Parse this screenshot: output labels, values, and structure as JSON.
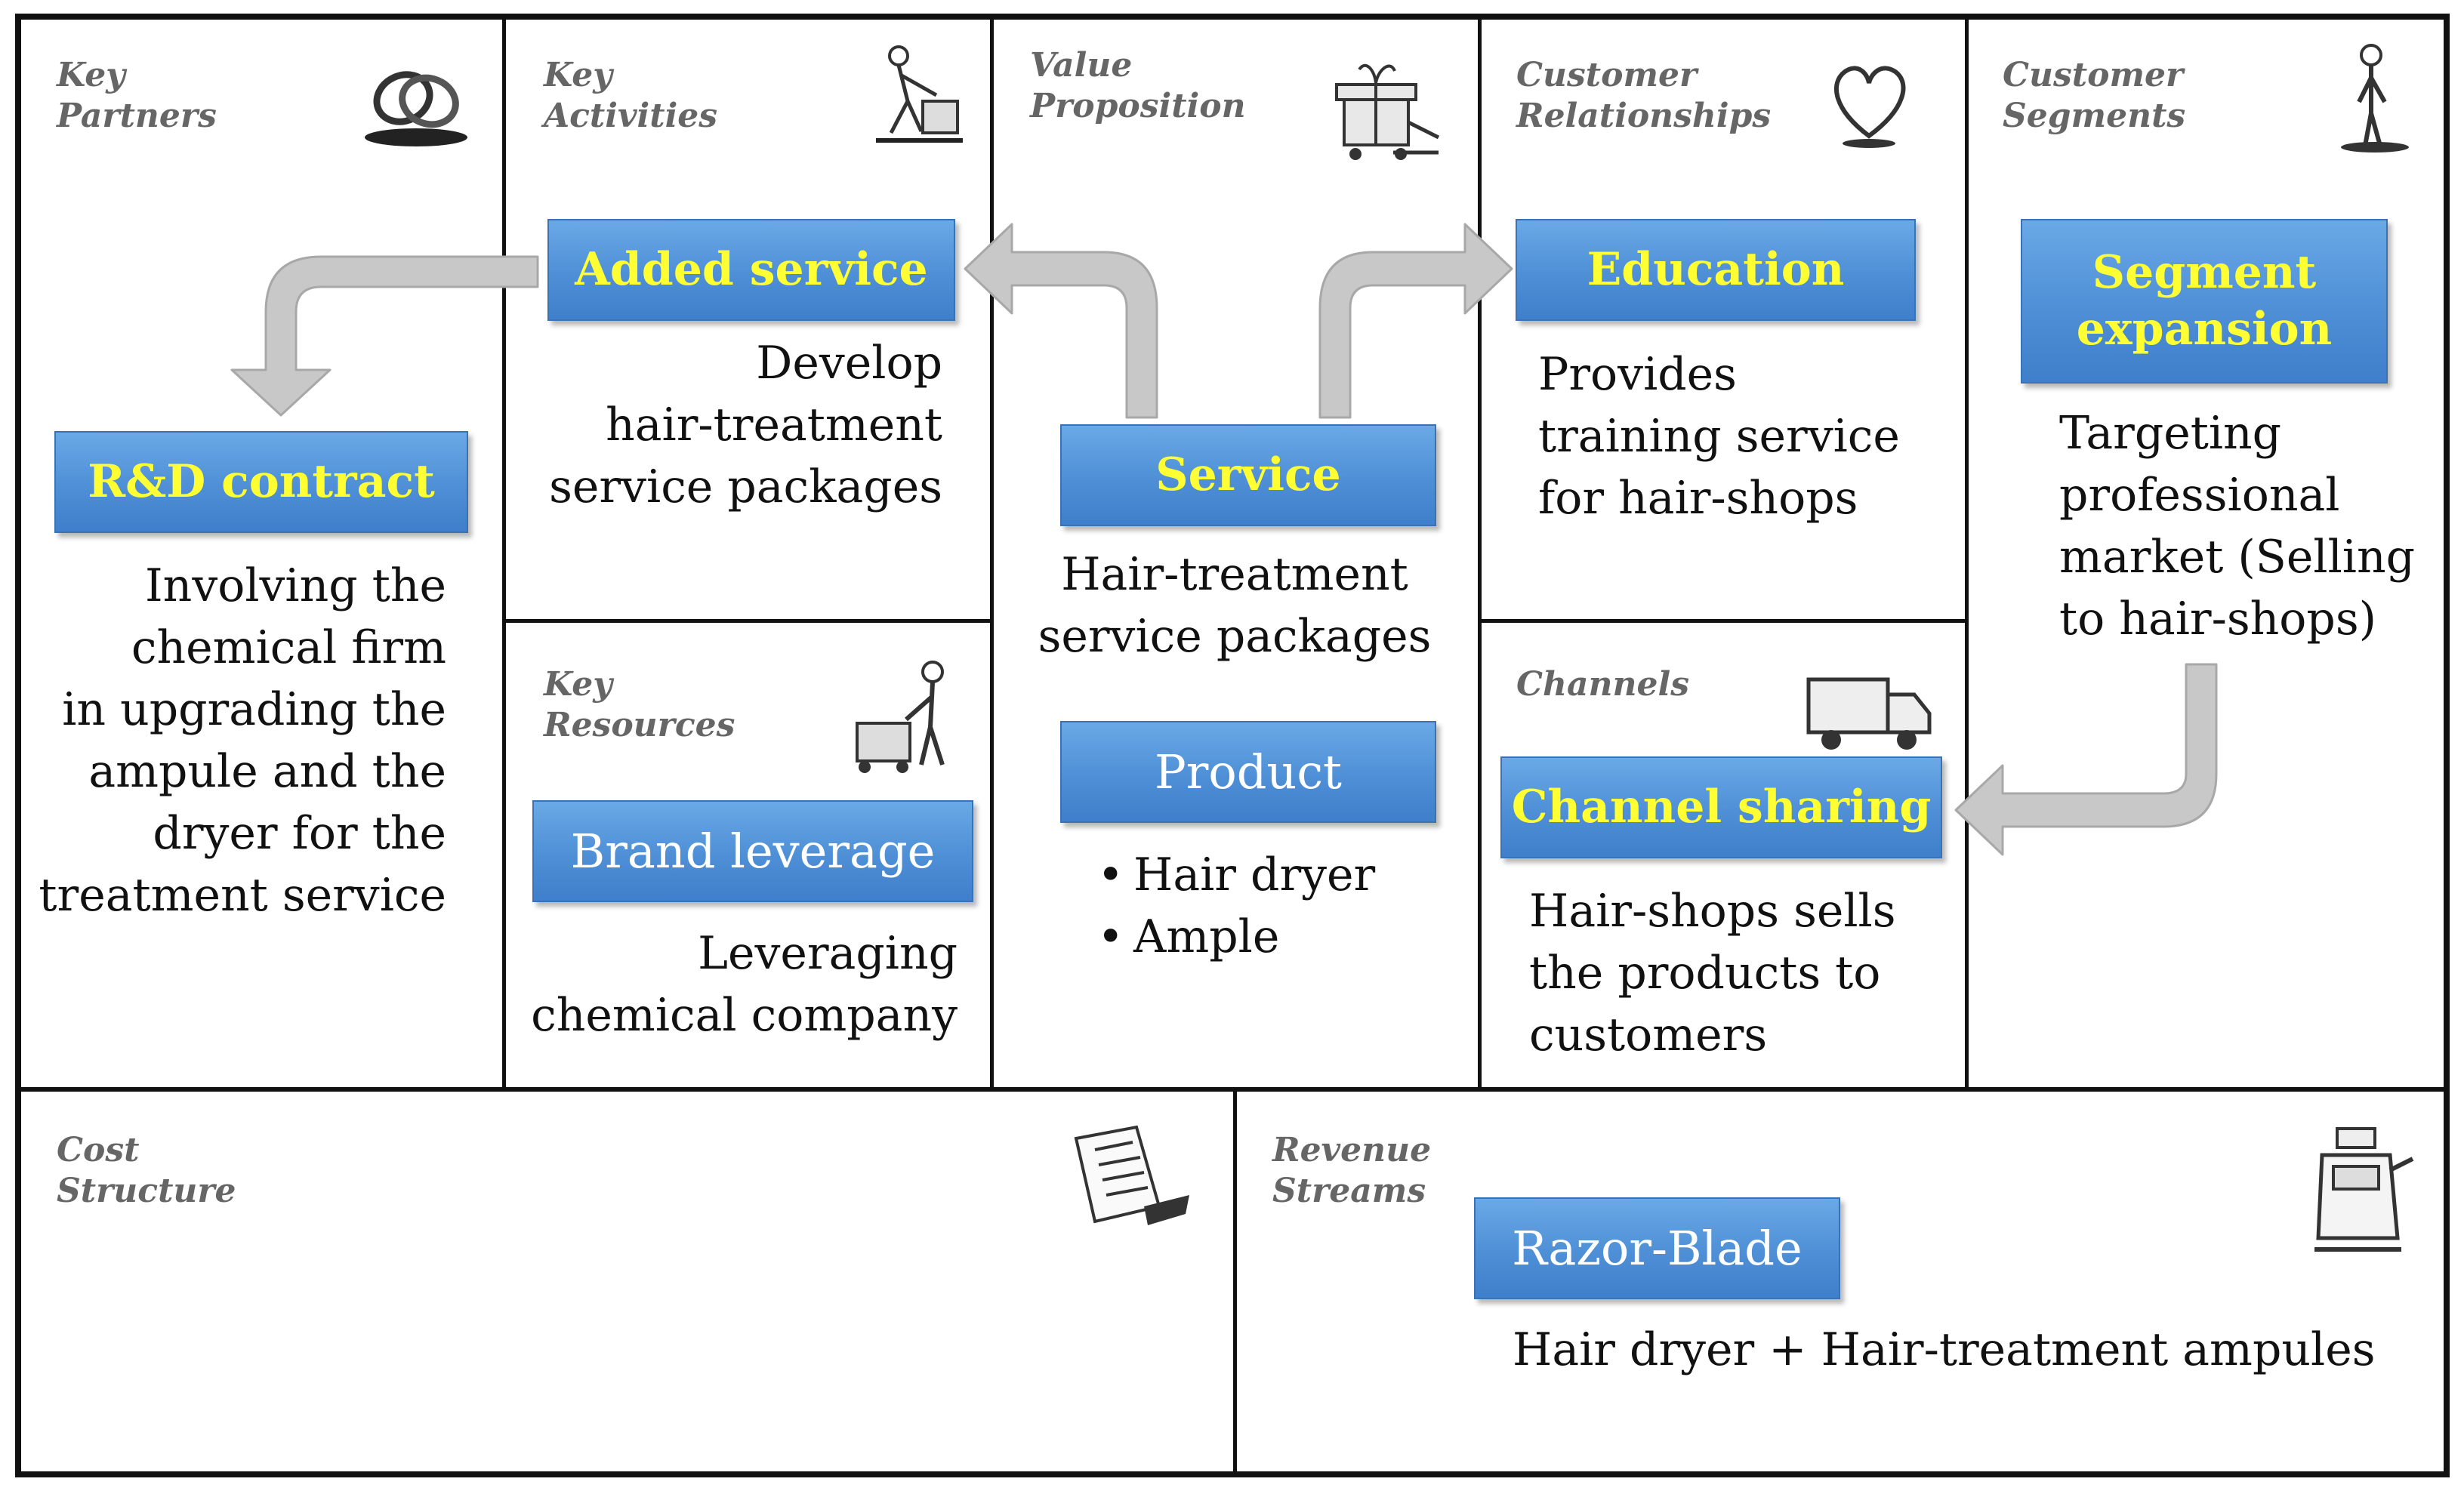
{
  "blocks": {
    "key_partners": {
      "label": "Key\nPartners"
    },
    "key_activities": {
      "label": "Key\nActivities"
    },
    "value_proposition": {
      "label": "Value\nProposition"
    },
    "customer_relationships": {
      "label": "Customer\nRelationships"
    },
    "customer_segments": {
      "label": "Customer\nSegments"
    },
    "key_resources": {
      "label": "Key\nResources"
    },
    "channels": {
      "label": "Channels"
    },
    "cost_structure": {
      "label": "Cost\nStructure"
    },
    "revenue_streams": {
      "label": "Revenue\nStreams"
    }
  },
  "boxes": {
    "rd_contract": "R&D contract",
    "added_service": "Added service",
    "service": "Service",
    "education": "Education",
    "segment_expansion": "Segment\nexpansion",
    "brand_leverage": "Brand leverage",
    "product": "Product",
    "channel_sharing": "Channel sharing",
    "razor_blade": "Razor-Blade"
  },
  "texts": {
    "rd_contract_desc": "Involving the\nchemical firm\nin upgrading the\nampule and the\ndryer for the\ntreatment service",
    "added_service_desc": "Develop\nhair-treatment\nservice packages",
    "service_desc": "Hair-treatment\nservice packages",
    "education_desc": "Provides\ntraining service\nfor hair-shops",
    "segment_expansion_desc": "Targeting\nprofessional\nmarket (Selling\nto hair-shops)",
    "brand_leverage_desc": "Leveraging\nchemical company",
    "channel_sharing_desc": "Hair-shops sells\nthe products to\ncustomers",
    "razor_blade_desc": "Hair dryer + Hair-treatment ampules"
  },
  "product_items": [
    "Hair dryer",
    "Ample"
  ],
  "icons": {
    "key_partners": "linked-rings-icon",
    "key_activities": "person-pushing-icon",
    "value_proposition": "gift-box-cart-icon",
    "customer_relationships": "heart-icon",
    "customer_segments": "standing-person-icon",
    "key_resources": "person-with-trolley-icon",
    "channels": "delivery-truck-icon",
    "cost_structure": "invoice-icon",
    "revenue_streams": "cash-register-icon"
  },
  "colors": {
    "box_fill": "#4e8fd6",
    "box_highlight_text": "#ffff33",
    "box_plain_text": "#ffffff",
    "arrow_fill": "#c8c8c8",
    "grid_line": "#111111"
  }
}
